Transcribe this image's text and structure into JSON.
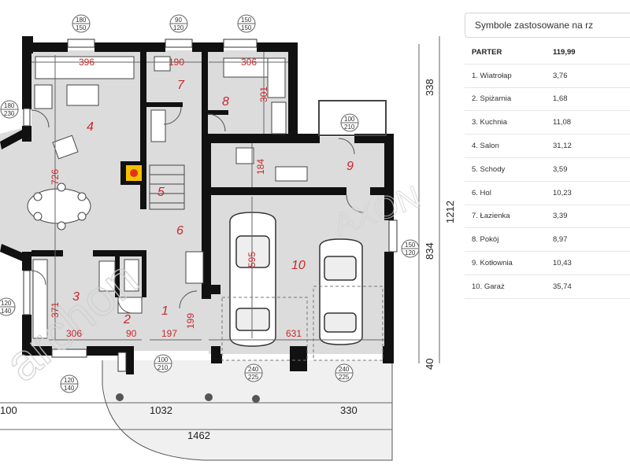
{
  "table": {
    "title": "Symbole zastosowane na rz",
    "header": {
      "label": "PARTER",
      "value": "119,99"
    },
    "rows": [
      {
        "label": "1. Wiatrołap",
        "value": "3,76"
      },
      {
        "label": "2. Spiżarnia",
        "value": "1,68"
      },
      {
        "label": "3. Kuchnia",
        "value": "11,08"
      },
      {
        "label": "4. Salon",
        "value": "31,12"
      },
      {
        "label": "5. Schody",
        "value": "3,59"
      },
      {
        "label": "6. Hol",
        "value": "10,23"
      },
      {
        "label": "7. Łazienka",
        "value": "3,39"
      },
      {
        "label": "8. Pokój",
        "value": "8,97"
      },
      {
        "label": "9. Kotłownia",
        "value": "10,43"
      },
      {
        "label": "10. Garaż",
        "value": "35,74"
      }
    ]
  },
  "plan": {
    "room_numbers": [
      "1",
      "2",
      "3",
      "4",
      "5",
      "6",
      "7",
      "8",
      "9",
      "10"
    ],
    "window_labels": {
      "w1": [
        "180",
        "150"
      ],
      "w2": [
        "90",
        "120"
      ],
      "w3": [
        "150",
        "150"
      ],
      "w4": [
        "180",
        "230"
      ],
      "w5": [
        "100",
        "210"
      ],
      "w6": [
        "150",
        "120"
      ],
      "w7": [
        "120",
        "140"
      ],
      "w8": [
        "100",
        "210"
      ],
      "w9": [
        "120",
        "140"
      ],
      "w10": [
        "240",
        "225"
      ],
      "w11": [
        "240",
        "225"
      ]
    },
    "room_dimensions": [
      "396",
      "190",
      "306",
      "301",
      "726",
      "184",
      "595",
      "371",
      "306",
      "90",
      "197",
      "199",
      "631"
    ],
    "outer_dimensions": [
      "338",
      "1212",
      "834",
      "40",
      "1032",
      "330",
      "1462",
      "100"
    ],
    "watermark": "archon",
    "watermark2": "AXON"
  },
  "colors": {
    "wall": "#111111",
    "floor": "#dcdcdc",
    "room_label": "#c8272b",
    "stove": "#f5c000"
  }
}
